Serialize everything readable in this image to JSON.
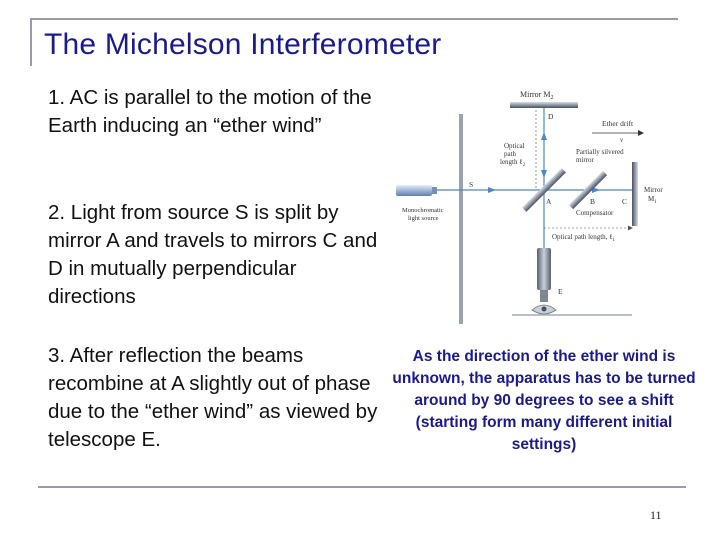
{
  "slide": {
    "title": "The Michelson Interferometer",
    "bullets": [
      "1. AC is parallel to the motion of the Earth inducing an “ether wind”",
      "2. Light from source S is split by mirror A and travels to mirrors C and D in mutually perpendicular directions",
      "3. After reflection the beams recombine at A slightly out of phase due to the “ether wind” as viewed by telescope E."
    ],
    "note": "As the direction of the ether wind is unknown, the apparatus has to be turned around by 90 degrees to see a shift (starting form many different initial settings)",
    "page_number": "11"
  },
  "diagram": {
    "mirror_m2": "Mirror M",
    "mirror_m2_sub": "2",
    "label_d": "D",
    "ether_drift": "Ether drift",
    "label_v": "v",
    "optical_path_2a": "Optical",
    "optical_path_2b": "path",
    "optical_path_2c": "length ℓ",
    "optical_path_2_sub": "2",
    "partially_silvered_a": "Partially silvered",
    "partially_silvered_b": "mirror",
    "label_s": "S",
    "source_a": "Monochromatic",
    "source_b": "light source",
    "label_a": "A",
    "label_b": "B",
    "label_c": "C",
    "compensator": "Compensator",
    "mirror_m1_a": "Mirror",
    "mirror_m1_b": "M",
    "mirror_m1_sub": "1",
    "optical_path_1": "Optical path length, ℓ",
    "optical_path_1_sub": "1",
    "label_e": "E"
  }
}
